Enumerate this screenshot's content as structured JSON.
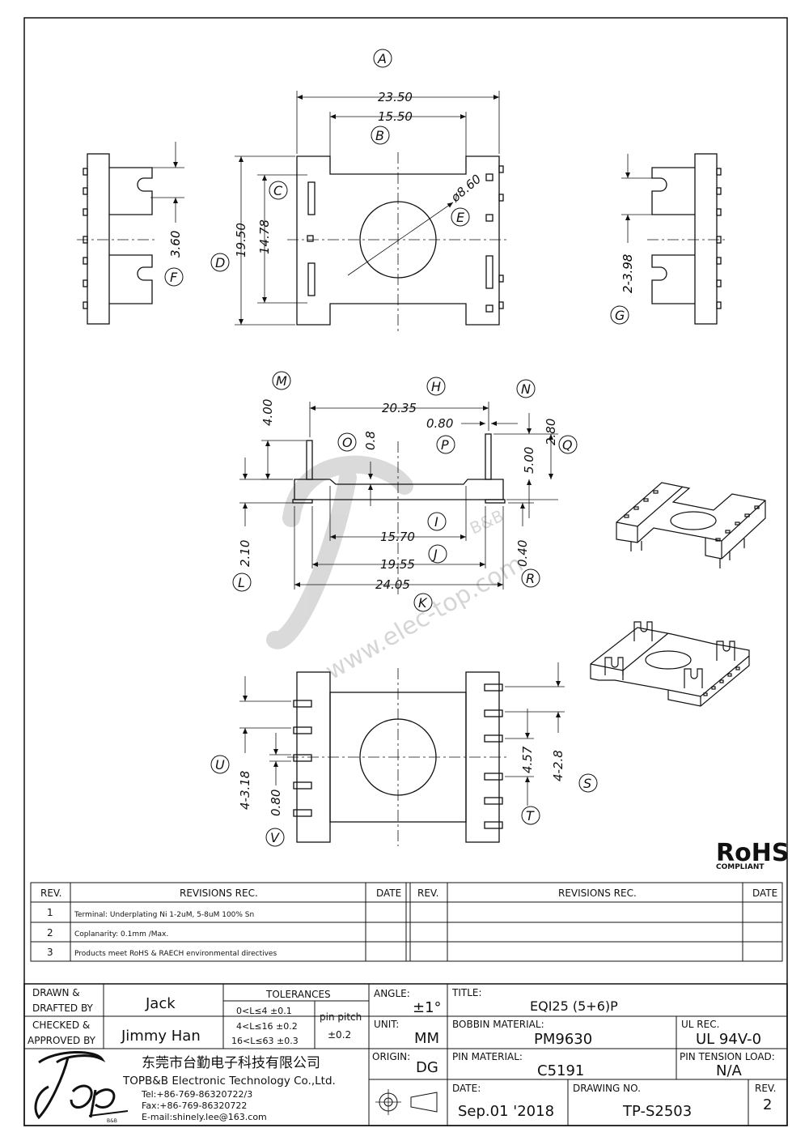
{
  "dims": {
    "A": "A",
    "B": "B",
    "C": "C",
    "D": "D",
    "E": "E",
    "F": "F",
    "G": "G",
    "H": "H",
    "I": "I",
    "J": "J",
    "K": "K",
    "L": "L",
    "M": "M",
    "N": "N",
    "O": "O",
    "P": "P",
    "Q": "Q",
    "R": "R",
    "S": "S",
    "T": "T",
    "U": "U",
    "V": "V",
    "d2350": "23.50",
    "d1550": "15.50",
    "d1950": "19.50",
    "d1478": "14.78",
    "d860": "ø8.60",
    "d360": "3.60",
    "d398": "2-3.98",
    "d2035": "20.35",
    "d080a": "0.80",
    "d400": "4.00",
    "d08": "0.8",
    "d500": "5.00",
    "d280": "2.80",
    "d210": "2.10",
    "d1570": "15.70",
    "d1955": "19.55",
    "d2405": "24.05",
    "d040": "0.40",
    "d318": "4-3.18",
    "d080b": "0.80",
    "d457": "4.57",
    "d428": "4-2.8"
  },
  "watermark": {
    "url": "www.elec-top.com",
    "brand": "B&B"
  },
  "rohs": {
    "mark": "RoHS",
    "sub": "COMPLIANT"
  },
  "revisions": {
    "headers": {
      "rev": "REV.",
      "rec": "REVISIONS   REC.",
      "date": "DATE"
    },
    "rows": [
      {
        "rev": "1",
        "text": "Terminal: Underplating Ni 1-2uM, 5-8uM 100% Sn"
      },
      {
        "rev": "2",
        "text": "Coplanarity: 0.1mm /Max."
      },
      {
        "rev": "3",
        "text": "Products meet RoHS & RAECH environmental directives"
      }
    ]
  },
  "title_block": {
    "drawn_label1": "DRAWN  &",
    "drawn_label2": "DRAFTED BY",
    "drawn_value": "Jack",
    "checked_label1": "CHECKED  &",
    "checked_label2": "APPROVED BY",
    "checked_value": "Jimmy  Han",
    "tolerances_label": "TOLERANCES",
    "tol1": "0<L≤4    ±0.1",
    "tol2": "4<L≤16  ±0.2",
    "tol3": "16<L≤63  ±0.3",
    "pin_pitch_label": "pin pitch",
    "pin_pitch_value": "±0.2",
    "angle_label": "ANGLE:",
    "angle_value": "±1°",
    "unit_label": "UNIT:",
    "unit_value": "MM",
    "origin_label": "ORIGIN:",
    "origin_value": "DG",
    "title_label": "TITLE:",
    "title_value": "EQI25 (5+6)P",
    "bobbin_label": "BOBBIN MATERIAL:",
    "bobbin_value": "PM9630",
    "ul_label": "UL REC.",
    "ul_value": "UL 94V-0",
    "pin_label": "PIN MATERIAL:",
    "pin_value": "C5191",
    "tension_label": "PIN TENSION LOAD:",
    "tension_value": "N/A",
    "date_label": "DATE:",
    "date_value": "Sep.01 '2018",
    "drawing_label": "DRAWING NO.",
    "drawing_value": "TP-S2503",
    "rev_label": "REV.",
    "rev_value": "2",
    "company_cn": "东莞市台勤电子科技有限公司",
    "company_en": "TOPB&B Electronic Technology Co.,Ltd.",
    "tel": "Tel:+86-769-86320722/3",
    "fax": "Fax:+86-769-86320722",
    "email": "E-mail:shinely.lee@163.com",
    "logo_sub": "B&B"
  }
}
